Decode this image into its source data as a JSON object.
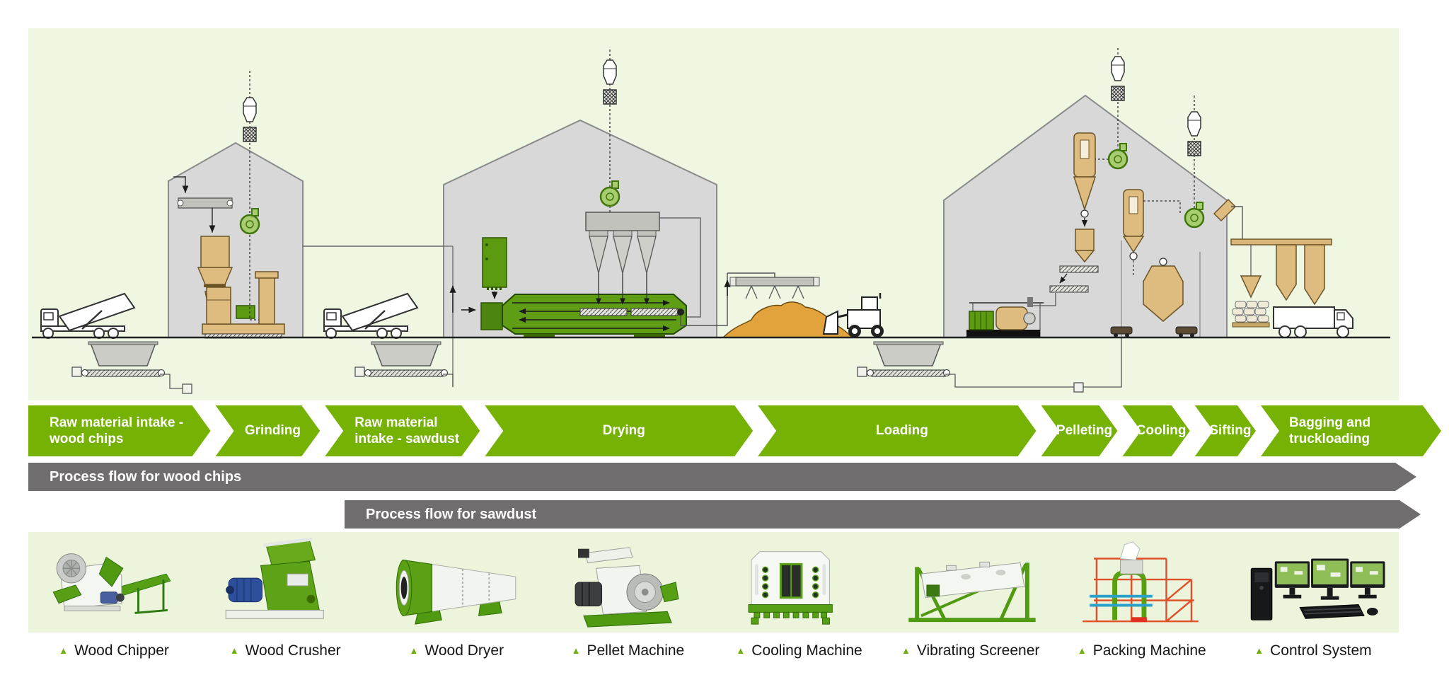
{
  "colors": {
    "accent_green": "#75b204",
    "bar_gray": "#6f6d6e",
    "panel_background": "#eff7e3",
    "strip_background": "#ecf5dc",
    "building_gray": "#d8d8d8",
    "equipment_tan": "#debc80",
    "machine_green": "#5c9a12"
  },
  "bullet": {
    "icon": "triangle-up-icon",
    "char": "▲"
  },
  "diagram": {
    "description": "Wood pellet plant process illustration",
    "elements": [
      "dump-truck",
      "intake-hopper",
      "grinding-building",
      "rotary-airlock",
      "cyclone",
      "fan-blower",
      "hammer-mill",
      "drying-building",
      "hot-air-furnace",
      "rotary-drum-dryer",
      "cyclone-separators",
      "wet-sawdust-spreader",
      "sawdust-pile",
      "wheel-loader",
      "pelleting-building",
      "pellet-mill",
      "pellet-cooler",
      "diamond-hopper",
      "bagging-station",
      "pallet-of-bags",
      "finished-product-silos",
      "delivery-truck"
    ]
  },
  "process_flow": {
    "stages": [
      {
        "label": "Raw material intake - wood chips"
      },
      {
        "label": "Grinding"
      },
      {
        "label": "Raw material intake - sawdust"
      },
      {
        "label": "Drying"
      },
      {
        "label": "Loading"
      },
      {
        "label": "Pelleting"
      },
      {
        "label": "Cooling"
      },
      {
        "label": "Sifting"
      },
      {
        "label": "Bagging and truckloading"
      }
    ]
  },
  "flow_bars": {
    "wood_chips": "Process flow for wood chips",
    "sawdust": "Process flow for sawdust"
  },
  "products": [
    {
      "label": "Wood Chipper",
      "image": "wood-chipper-illustration"
    },
    {
      "label": "Wood Crusher",
      "image": "wood-crusher-illustration"
    },
    {
      "label": "Wood Dryer",
      "image": "wood-dryer-illustration"
    },
    {
      "label": "Pellet Machine",
      "image": "pellet-machine-illustration"
    },
    {
      "label": "Cooling Machine",
      "image": "cooling-machine-illustration"
    },
    {
      "label": "Vibrating Screener",
      "image": "vibrating-screener-illustration"
    },
    {
      "label": "Packing Machine",
      "image": "packing-machine-illustration"
    },
    {
      "label": "Control System",
      "image": "control-system-illustration"
    }
  ]
}
